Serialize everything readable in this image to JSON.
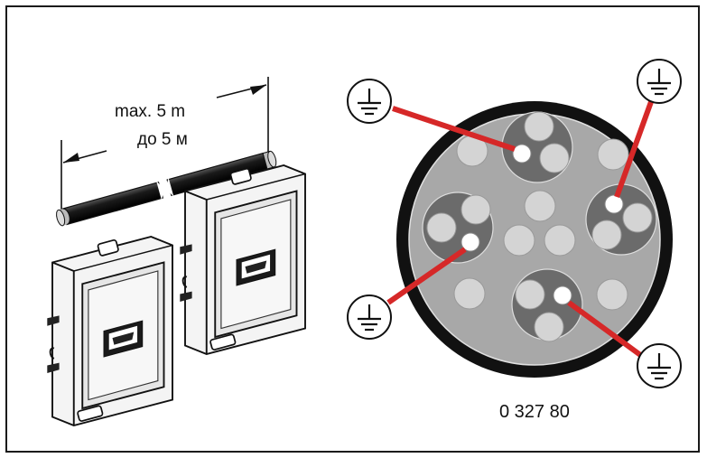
{
  "dimension": {
    "line1": "max. 5 m",
    "line2": "до 5 м"
  },
  "reference_code": "0 327 80",
  "icons": {
    "ground_symbol": "ground-icon",
    "ground_count": 4
  },
  "colors": {
    "cable_jacket": "#111111",
    "cable_fill": "#a8a8a8",
    "pair_shield": "#6b6b6b",
    "conductor": "#d4d4d4",
    "drain_wire": "#ffffff",
    "leader_line": "#d62828"
  }
}
